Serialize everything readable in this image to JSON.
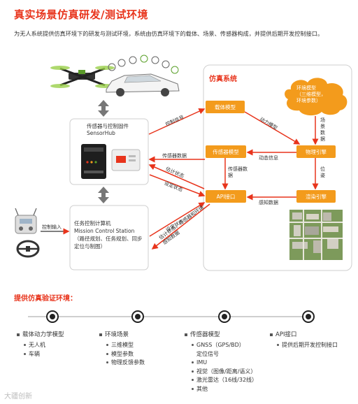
{
  "title": "真实场景仿真研发/测试环境",
  "intro": "为无人系统提供仿真环境下的研发与测试环境，系统由仿真环境下的载体、场景、传感器构成，并提供后期开发控制接口。",
  "sim_system": {
    "title": "仿真系统",
    "cloud": "环境模型\n（三维模型，\n环境参数）",
    "vehicle_model": "载体模型",
    "sensor_model": "传感器模型",
    "api": "API接口",
    "physics": "物理引擎",
    "render": "渲染引擎"
  },
  "hub": {
    "line1": "传感器与控制固件",
    "line2": "SensorHub"
  },
  "mcs": {
    "line1": "任务控制计算机",
    "line2": "Mission Control Station",
    "line3": "（路径规划、任务规划、同步",
    "line4": "定位与制图）"
  },
  "arrows": {
    "control_signal": "控制信号",
    "dynamics_model": "动力模型",
    "scene_data": "场景数据",
    "sensor_data_left": "传感器数据",
    "dynamic_info": "动态信息",
    "sensor_data_down": "传感器数据",
    "pose": "位姿",
    "perception_data": "感知数据",
    "estimated_state_1": "估计状态",
    "set_state_1": "设定状态",
    "control_input": "控制输入",
    "set_state_2": "设定状态",
    "estimated_state_2": "估计状态、传感器和环境感知数据"
  },
  "section_title": "提供仿真验证环境：",
  "columns": [
    {
      "head": "载体动力学模型",
      "items": [
        "无人机",
        "车辆"
      ]
    },
    {
      "head": "环境场景",
      "items": [
        "三维模型",
        "模型参数",
        "物理反馈参数"
      ]
    },
    {
      "head": "传感器模型",
      "items": [
        "GNSS（GPS/BD）",
        "定位信号",
        "IMU",
        "视觉（图像/距离/语义）",
        "激光雷达（16线/32线）",
        "其他"
      ]
    },
    {
      "head": "API接口",
      "items": [
        "提供后期开发控制接口"
      ]
    }
  ],
  "watermark": "大疆创新",
  "colors": {
    "accent": "#e8341c",
    "box": "#f39b1c",
    "cloud": "#f39b1c",
    "arrow": "#e8341c"
  }
}
